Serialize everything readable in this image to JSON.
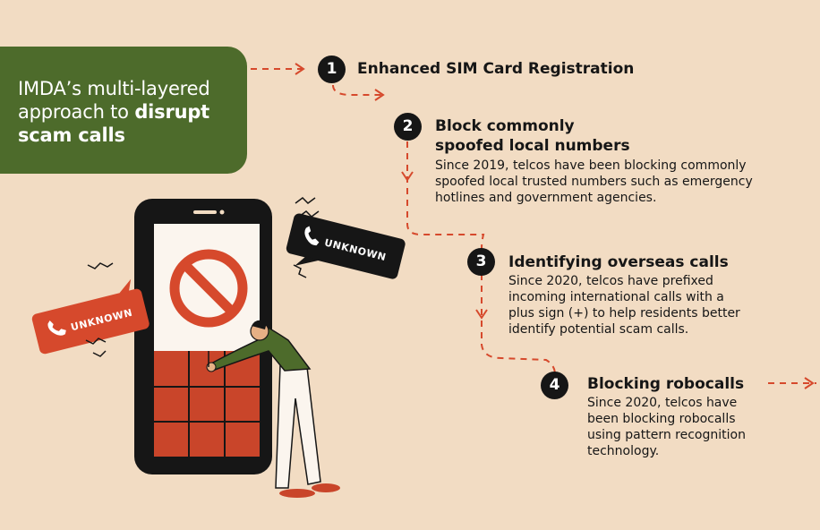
{
  "title": {
    "line1": "IMDA’s multi-layered",
    "line2_normal": "approach to ",
    "line2_bold": "disrupt",
    "line3": "scam calls"
  },
  "steps": [
    {
      "number": "1",
      "title_lines": [
        "Enhanced SIM Card Registration"
      ],
      "desc_lines": []
    },
    {
      "number": "2",
      "title_lines": [
        "Block commonly",
        "spoofed local numbers"
      ],
      "desc_lines": [
        "Since 2019, telcos have been blocking commonly",
        "spoofed local trusted numbers such as emergency",
        "hotlines and government agencies."
      ]
    },
    {
      "number": "3",
      "title_lines": [
        "Identifying overseas calls"
      ],
      "desc_lines": [
        "Since 2020, telcos have prefixed",
        "incoming international calls with a",
        "plus sign (+) to help residents better",
        "identify potential scam calls."
      ]
    },
    {
      "number": "4",
      "title_lines": [
        "Blocking robocalls"
      ],
      "desc_lines": [
        "Since 2020, telcos have",
        "been blocking robocalls",
        "using pattern recognition",
        "technology."
      ]
    }
  ],
  "bubbles": {
    "right": "UNKNOWN",
    "left": "UNKNOWN"
  },
  "colors": {
    "background": "#f2dcc3",
    "title_box": "#4d6b2b",
    "accent_red": "#d6492c",
    "dark": "#161616"
  }
}
